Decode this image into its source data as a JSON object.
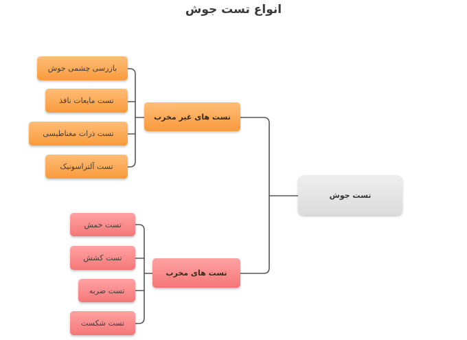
{
  "title": "انواع تست جوش",
  "root": "تست جوش",
  "branches": [
    {
      "label": "تست های غیر مخرب",
      "color": "#f99a3c",
      "children": [
        "بازرسی چشمی جوش",
        "تست مایعات نافذ",
        "تست ذرات مغناطیسی",
        "تست آلتراسونیک"
      ]
    },
    {
      "label": "تست های مخرب",
      "color": "#f57777",
      "children": [
        "تست خمش",
        "تست کشش",
        "تست ضربه",
        "تست شکست"
      ]
    }
  ],
  "line_color": "#555555"
}
